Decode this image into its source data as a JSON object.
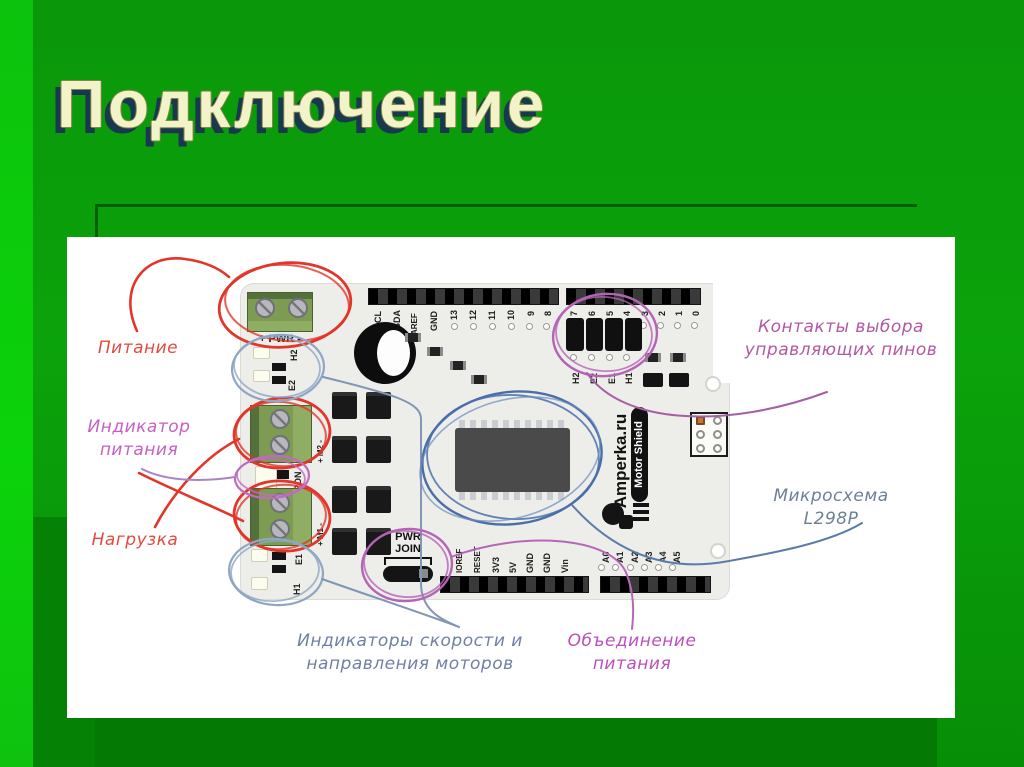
{
  "slide": {
    "title": "Подключение"
  },
  "figure": {
    "annotations": {
      "pitanie": "Питание",
      "indikator_1": "Индикатор",
      "indikator_2": "питания",
      "nagruzka": "Нагрузка",
      "kontakty_1": "Контакты выбора",
      "kontakty_2": "управляющих пинов",
      "mikroshema_1": "Микросхема",
      "mikroshema_2": "L298P",
      "indikatory_1": "Индикаторы скорости и",
      "indikatory_2": "направления моторов",
      "obedinenie_1": "Объединение",
      "obedinenie_2": "питания"
    },
    "board": {
      "pwr_terminal": "+ PWR -",
      "top_left_pins": [
        "SCL",
        "SDA",
        "AREF",
        "GND",
        "13",
        "12",
        "11",
        "10",
        "9",
        "8"
      ],
      "top_right_pins": [
        "7",
        "6",
        "5",
        "4",
        "3",
        "2",
        "1",
        "0"
      ],
      "jumper_pins": [
        "H2",
        "E2",
        "E1",
        "H1"
      ],
      "led_top": [
        "H2",
        "E2"
      ],
      "pon": "PON",
      "m2": "+ M2 -",
      "m1": "+ M1 -",
      "led_bottom": [
        "E1",
        "H1"
      ],
      "pwr_join_1": "PWR",
      "pwr_join_2": "JOIN",
      "bottom_left_pins": [
        "IOREF",
        "RESET",
        "3V3",
        "5V",
        "GND",
        "GND",
        "Vin"
      ],
      "bottom_right_pins": [
        "A0",
        "A1",
        "A2",
        "A3",
        "A4",
        "A5"
      ],
      "brand": "Amperka.ru",
      "product": "Motor Shield"
    },
    "colors": {
      "annotation_red": "#e14b3e",
      "annotation_purple": "#c55fc5",
      "annotation_violet": "#b159a3",
      "annotation_slate": "#6e8096",
      "annotation_bluegray": "#6f7fa6",
      "annotation_magenta": "#bd4fbd",
      "ink_blue": "#4a6fa8",
      "led_circle_blue": "#8fa6c4",
      "slide_green": "#0a970a",
      "title_cream": "#f3f3c9"
    }
  }
}
